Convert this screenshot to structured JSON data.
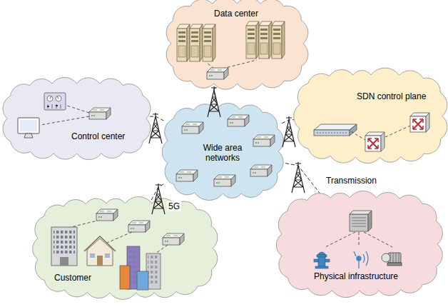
{
  "diagram": {
    "nodes": [
      {
        "text": [
          "Data center"
        ]
      },
      {
        "text": [
          "Control center"
        ]
      },
      {
        "text": [
          "SDN control plane"
        ]
      },
      {
        "text": [
          "Wide area networks"
        ]
      },
      {
        "text": [
          "Customer"
        ]
      },
      {
        "text": [
          "Physical infrastructure"
        ]
      }
    ],
    "edges": [
      {
        "from": 0,
        "to": 3,
        "arrow": "none"
      },
      {
        "from": 1,
        "to": 3,
        "arrow": "none"
      },
      {
        "from": 2,
        "to": 3,
        "arrow": "none"
      },
      {
        "from": 4,
        "to": 3,
        "arrow": "none",
        "label": "5G"
      },
      {
        "from": 5,
        "to": 3,
        "arrow": "none",
        "label": "Transmission"
      }
    ]
  }
}
